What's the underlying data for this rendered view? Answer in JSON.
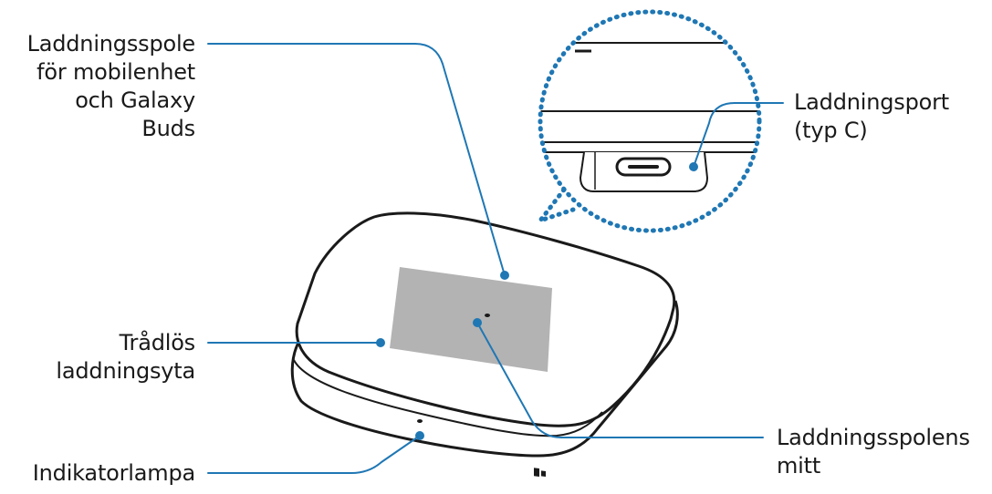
{
  "labels": {
    "coil": {
      "lines": [
        "Laddningsspole",
        "för mobilenhet",
        "och Galaxy",
        "Buds"
      ]
    },
    "port": {
      "lines": [
        "Laddningsport",
        "(typ C)"
      ]
    },
    "surface": {
      "lines": [
        "Trådlös",
        "laddningsyta"
      ]
    },
    "center": {
      "lines": [
        "Laddningsspolens",
        "mitt"
      ]
    },
    "indicator": {
      "lines": [
        "Indikatorlampa"
      ]
    }
  },
  "colors": {
    "leader": "#1f77b4",
    "leader_dot": "#1f77b4",
    "coil_area": "#b3b3b3",
    "outline": "#1a1a1a",
    "magnifier": "#1f77b4",
    "text": "#1a1a1a"
  }
}
